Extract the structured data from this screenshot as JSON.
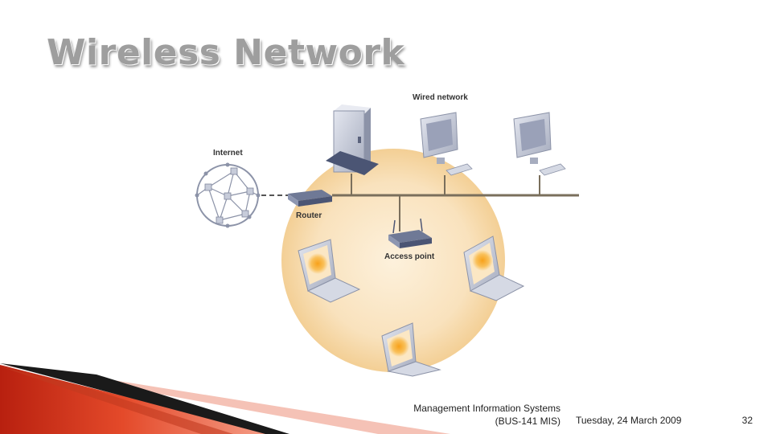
{
  "slide": {
    "title": "Wireless Network"
  },
  "diagram": {
    "labels": {
      "internet": "Internet",
      "router": "Router",
      "wired_network": "Wired network",
      "access_point": "Access point"
    },
    "icons": [
      "internet-globe-icon",
      "router-icon",
      "server-icon",
      "desktop-computer-icon",
      "access-point-icon",
      "laptop-icon"
    ],
    "colors": {
      "coverage": "#f6d9a8",
      "network_bus": "#7a6f5c",
      "device_body": "#b8bdcc"
    }
  },
  "footer": {
    "course_line1": "Management Information Systems",
    "course_line2": "(BUS-141 MIS)",
    "date": "Tuesday, 24 March 2009",
    "page": "32"
  }
}
